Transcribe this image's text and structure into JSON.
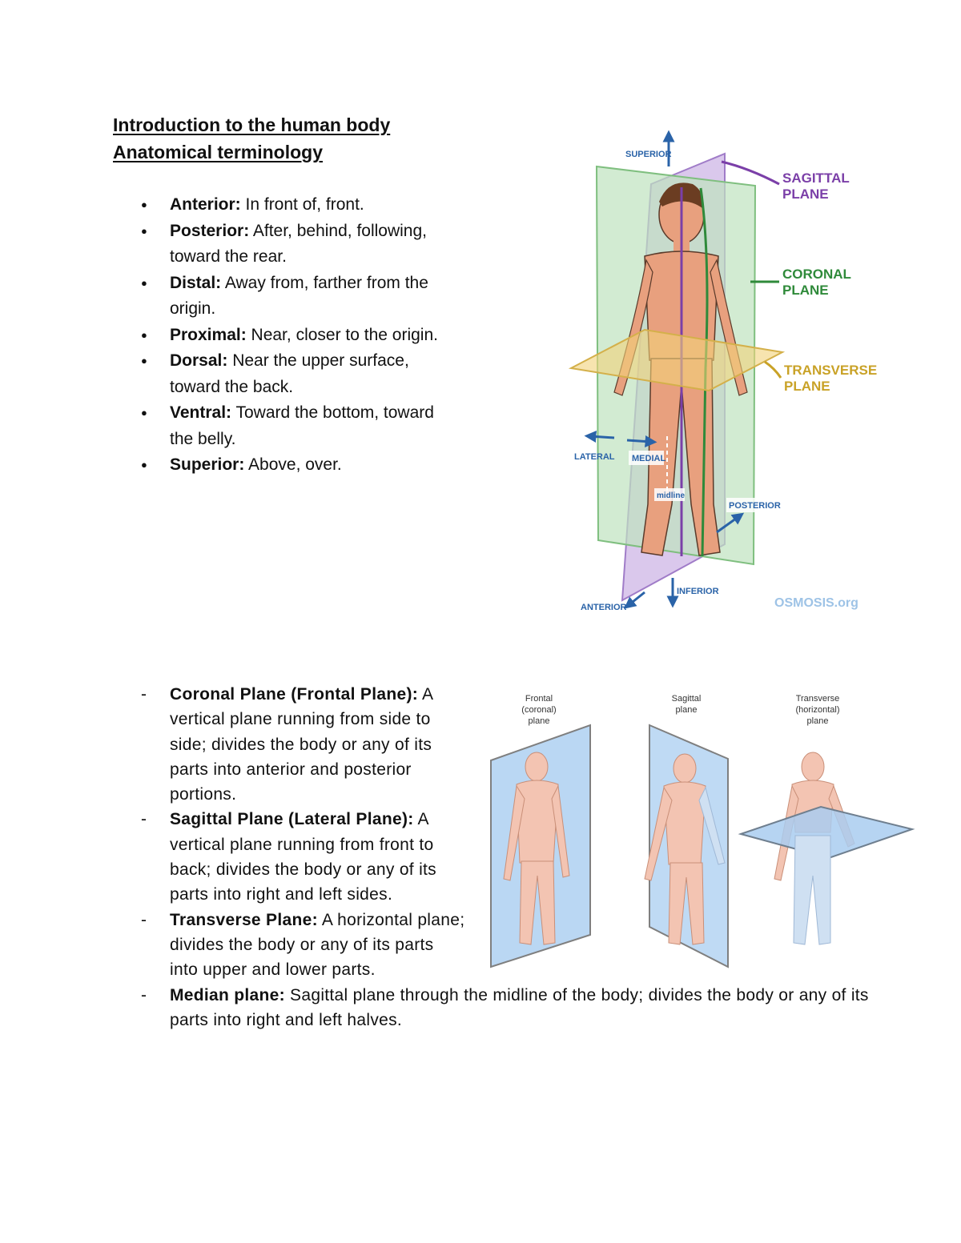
{
  "title_line1": "Introduction to the human body",
  "title_line2": "Anatomical terminology",
  "terms": [
    {
      "term": "Anterior:",
      "def": " In front of, front."
    },
    {
      "term": "Posterior:",
      "def": " After, behind, following, toward the rear."
    },
    {
      "term": "Distal:",
      "def": " Away from, farther from the origin."
    },
    {
      "term": "Proximal:",
      "def": " Near, closer to the origin."
    },
    {
      "term": "Dorsal:",
      "def": " Near the upper surface, toward the back."
    },
    {
      "term": "Ventral:",
      "def": " Toward the bottom, toward the belly."
    },
    {
      "term": "Superior:",
      "def": " Above, over."
    }
  ],
  "planes": [
    {
      "term": "Coronal Plane (Frontal Plane):",
      "def": " A vertical plane running from side to side; divides the body or any of its parts into anterior and posterior portions."
    },
    {
      "term": "Sagittal Plane (Lateral Plane):",
      "def": " A vertical plane running from front to back; divides the body or any of its parts into right and left sides."
    },
    {
      "term": "Transverse Plane:",
      "def": " A horizontal plane; divides the body or any of its parts into upper and lower parts."
    },
    {
      "term": "Median plane:",
      "def": " Sagittal plane through the midline of the body; divides the body or any of its parts into right and left halves."
    }
  ],
  "figure1": {
    "superior": "SUPERIOR",
    "sagittal_1": "SAGITTAL",
    "sagittal_2": "PLANE",
    "coronal_1": "CORONAL",
    "coronal_2": "PLANE",
    "transverse_1": "TRANSVERSE",
    "transverse_2": "PLANE",
    "lateral": "LATERAL",
    "medial": "MEDIAL",
    "midline": "midline",
    "posterior": "POSTERIOR",
    "anterior": "ANTERIOR",
    "inferior": "INFERIOR",
    "logo": "OSMOSIS.org"
  },
  "figure2": {
    "frontal": [
      "Frontal",
      "(coronal)",
      "plane"
    ],
    "sagittal": [
      "Sagittal",
      "plane"
    ],
    "transverse": [
      "Transverse",
      "(horizontal)",
      "plane"
    ]
  },
  "colors": {
    "sagittal": "#7b3fa8",
    "coronal": "#2f8a3a",
    "transverse": "#c9a227",
    "arrow": "#2a63a8",
    "skin": "#e8a07e",
    "plane_blue": "#a9cdf0"
  }
}
